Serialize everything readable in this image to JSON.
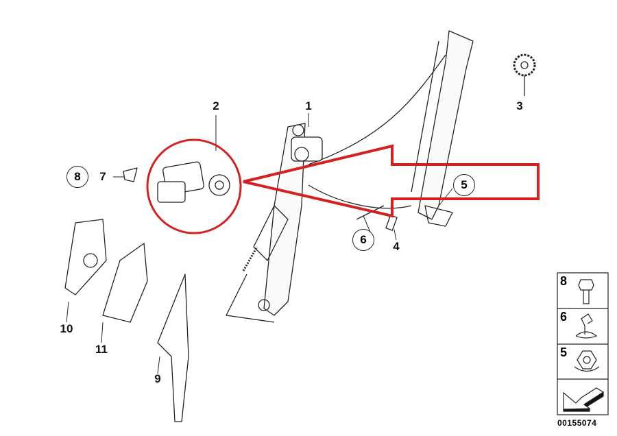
{
  "diagram": {
    "part_labels": {
      "p1": "1",
      "p2": "2",
      "p3": "3",
      "p4": "4",
      "p5": "5",
      "p6": "6",
      "p7": "7",
      "p8": "8",
      "p9": "9",
      "p10": "10",
      "p11": "11"
    },
    "hardware_key": [
      "8",
      "6",
      "5"
    ],
    "diagram_code": "00155074",
    "highlight_color": "#d42020"
  }
}
